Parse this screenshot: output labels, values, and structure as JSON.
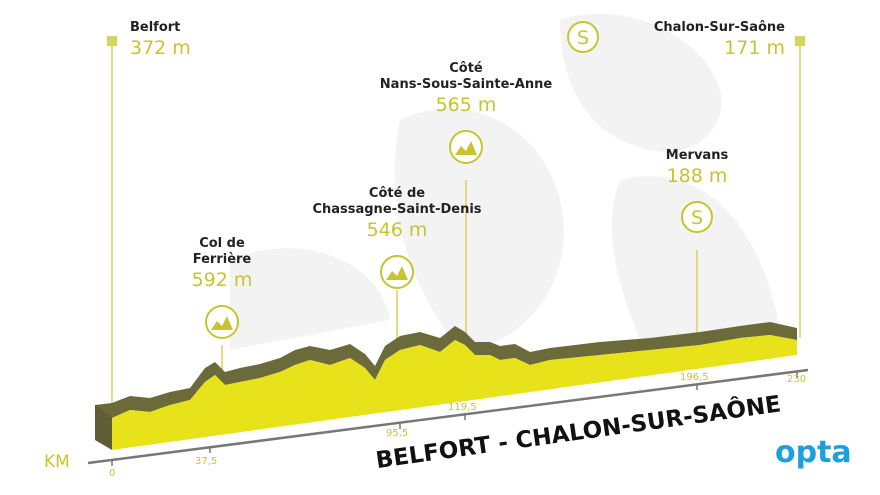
{
  "stage": {
    "title": "BELFORT - CHALON-SUR-SAÔNE",
    "km_label": "KM",
    "brand": "opta"
  },
  "start": {
    "name": "Belfort",
    "altitude": "372 m"
  },
  "finish": {
    "name": "Chalon-Sur-Saône",
    "altitude": "171 m",
    "icon": "sprint-icon",
    "icon_text": "S"
  },
  "climbs": [
    {
      "name_line1": "Col de",
      "name_line2": "Ferrière",
      "altitude": "592 m",
      "km": 37.5
    },
    {
      "name_line1": "Côté de",
      "name_line2": "Chassagne-Saint-Denis",
      "altitude": "546 m",
      "km": 95.5
    },
    {
      "name_line1": "Côté",
      "name_line2": "Nans-Sous-Sainte-Anne",
      "altitude": "565 m",
      "km": 119.5
    }
  ],
  "sprint": {
    "name": "Mervans",
    "altitude": "188 m",
    "km": 196.5,
    "icon_text": "S"
  },
  "ticks": [
    "0",
    "37,5",
    "95,5",
    "119,5",
    "196,5",
    "230"
  ],
  "colors": {
    "yellow": "#e8e21a",
    "olive": "#6b6a3a",
    "accent_text": "#c8c430",
    "brand": "#1ea0dc"
  }
}
